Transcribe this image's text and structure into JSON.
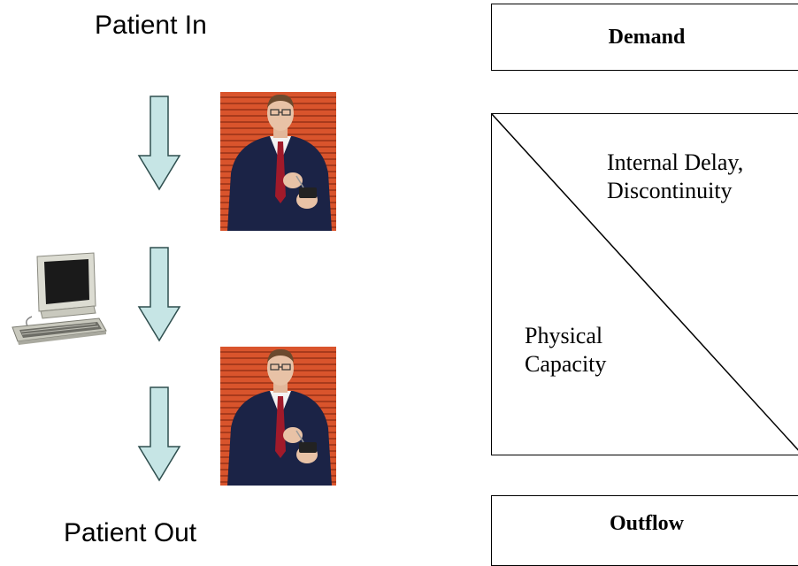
{
  "left": {
    "top_caption": "Patient In",
    "bottom_caption": "Patient Out",
    "icons": {
      "person": "businessman-with-pda-icon",
      "computer": "desktop-computer-icon",
      "arrow": "down-arrow-icon"
    },
    "colors": {
      "arrow_fill": "#c6e5e5",
      "arrow_stroke": "#2f4f4f",
      "photo_background": "#d9542c",
      "suit": "#1b2346",
      "tie": "#a11a2a"
    }
  },
  "right": {
    "demand_label": "Demand",
    "internal_delay_line1": "Internal Delay,",
    "internal_delay_line2": "Discontinuity",
    "physical_line1": "Physical",
    "physical_line2": "Capacity",
    "outflow_label": "Outflow"
  }
}
